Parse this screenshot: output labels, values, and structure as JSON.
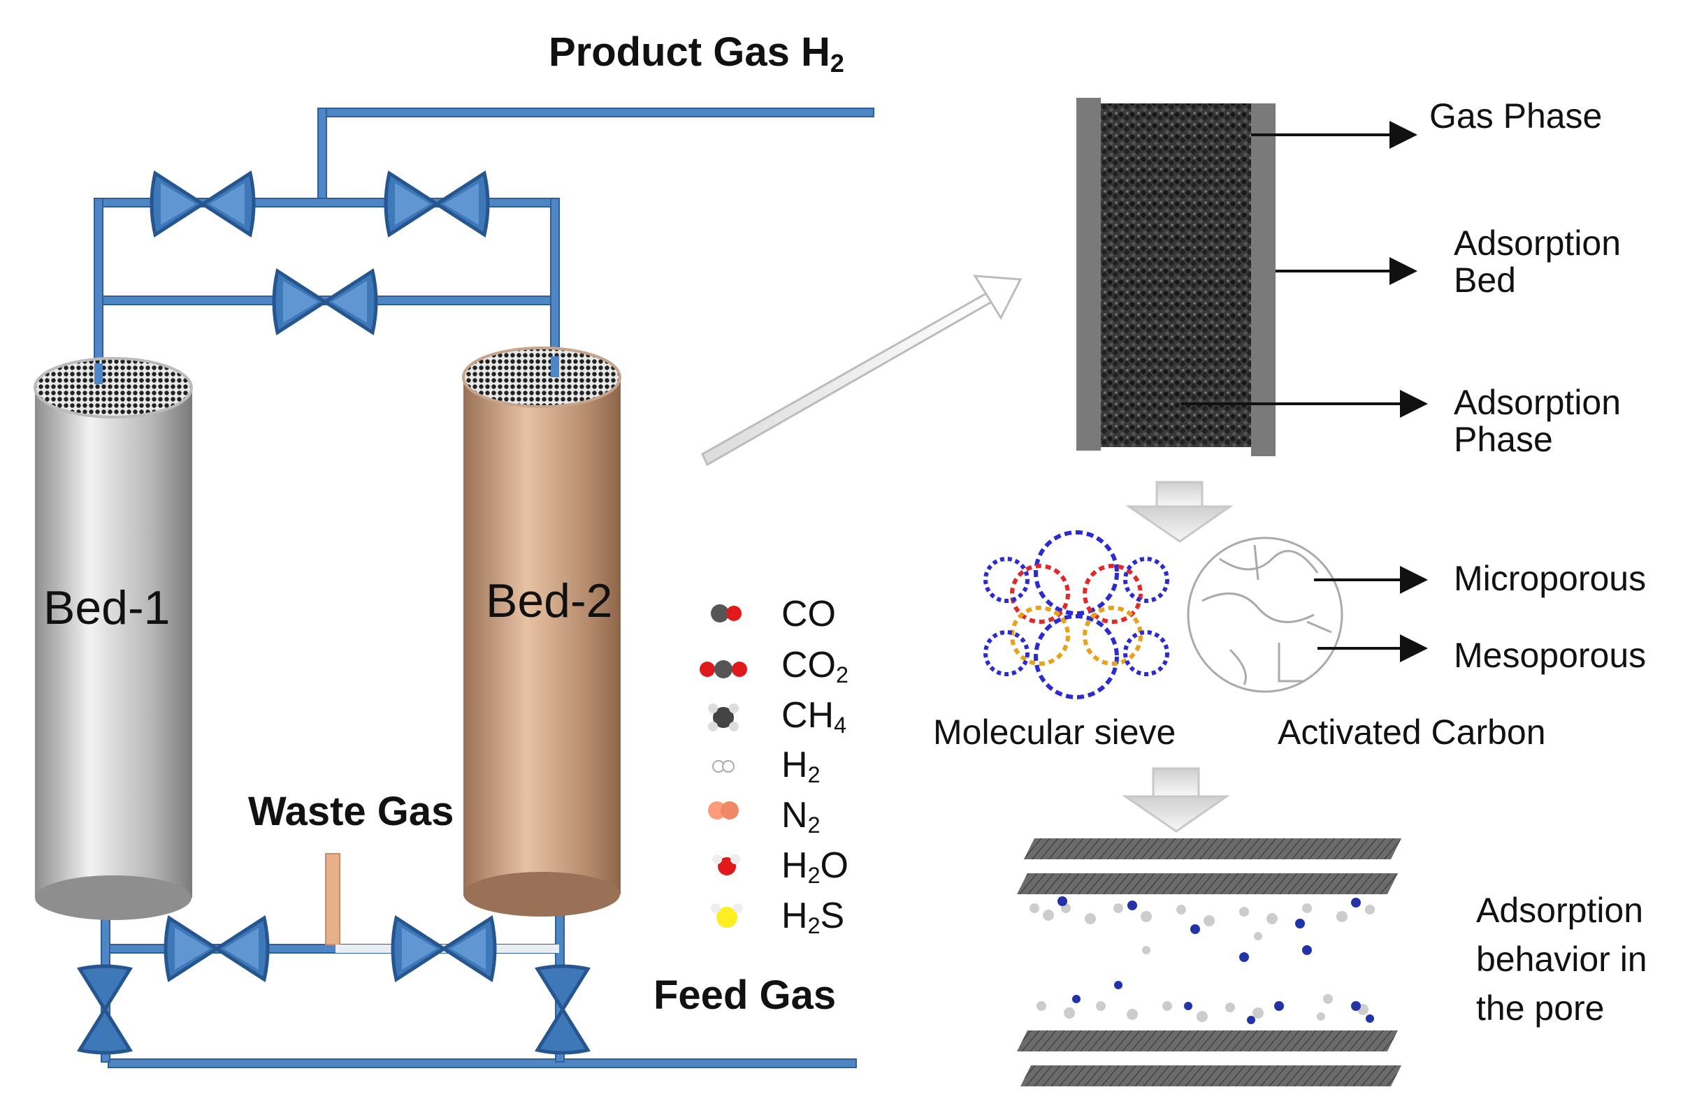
{
  "labels": {
    "product_gas": "Product Gas  H",
    "product_gas_sub": "2",
    "waste_gas": "Waste Gas",
    "feed_gas": "Feed Gas",
    "bed1": "Bed-1",
    "bed2": "Bed-2",
    "gas_phase": "Gas Phase",
    "adsorption_bed_1": "Adsorption",
    "adsorption_bed_2": "Bed",
    "adsorption_phase_1": "Adsorption",
    "adsorption_phase_2": "Phase",
    "microporous": "Microporous",
    "mesoporous": "Mesoporous",
    "molecular_sieve": "Molecular sieve",
    "activated_carbon": "Activated Carbon",
    "pore_behavior_1": "Adsorption",
    "pore_behavior_2": "behavior in",
    "pore_behavior_3": "the pore"
  },
  "legend": [
    {
      "main": "CO",
      "sub": "",
      "icon": "co-molecule-icon"
    },
    {
      "main": "CO",
      "sub": "2",
      "icon": "co2-molecule-icon"
    },
    {
      "main": "CH",
      "sub": "4",
      "icon": "ch4-molecule-icon"
    },
    {
      "main": "H",
      "sub": "2",
      "icon": "h2-molecule-icon"
    },
    {
      "main": "N",
      "sub": "2",
      "icon": "n2-molecule-icon"
    },
    {
      "main": "H",
      "sub": "2",
      "tail": "O",
      "icon": "h2o-molecule-icon"
    },
    {
      "main": "H",
      "sub": "2",
      "tail": "S",
      "icon": "h2s-molecule-icon"
    }
  ],
  "colors": {
    "pipe": "#4f86c6",
    "pipe_dark": "#2f5e99",
    "valve": "#3f78b8",
    "bed1_body": "#b8b8b8",
    "bed2_body": "#c49a7c",
    "bed_wall": "#7a7a7a",
    "carbon_red": "#e01a1a",
    "carbon_dark": "#555555",
    "nitrogen": "#ff9a7a",
    "sulfur": "#ffee22"
  }
}
